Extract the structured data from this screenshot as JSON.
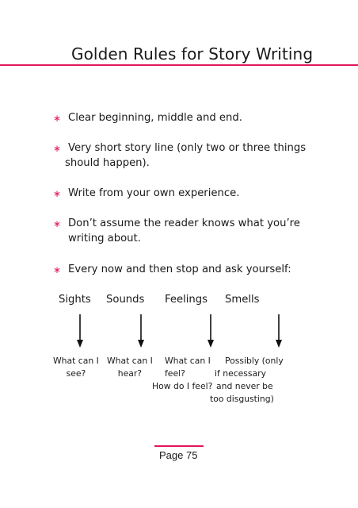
{
  "title": "Golden Rules for Story Writing",
  "bullets": [
    {
      "line1": "Clear beginning, middle and end.",
      "line2": ""
    },
    {
      "line1": "Very short story line (only two or three things",
      "line2": "should happen)."
    },
    {
      "line1": "Write from your own experience.",
      "line2": ""
    },
    {
      "line1": "Don’t assume the reader knows what you’re",
      "line2": "writing about."
    },
    {
      "line1": "Every now and then stop and ask yourself:",
      "line2": ""
    }
  ],
  "bullet_symbol": "∗",
  "senses": [
    {
      "label": "Sights",
      "q": [
        "What can I",
        "see?"
      ]
    },
    {
      "label": "Sounds",
      "q": [
        "What can I",
        "hear?"
      ]
    },
    {
      "label": "Feelings",
      "q": [
        "What can I",
        "feel?",
        "How do I feel?"
      ]
    },
    {
      "label": "Smells",
      "q": [
        "Possibly (only",
        "if necessary",
        "and never be",
        "too disgusting)"
      ]
    }
  ],
  "page_number": "Page 75",
  "accent_color": "#e2185b"
}
